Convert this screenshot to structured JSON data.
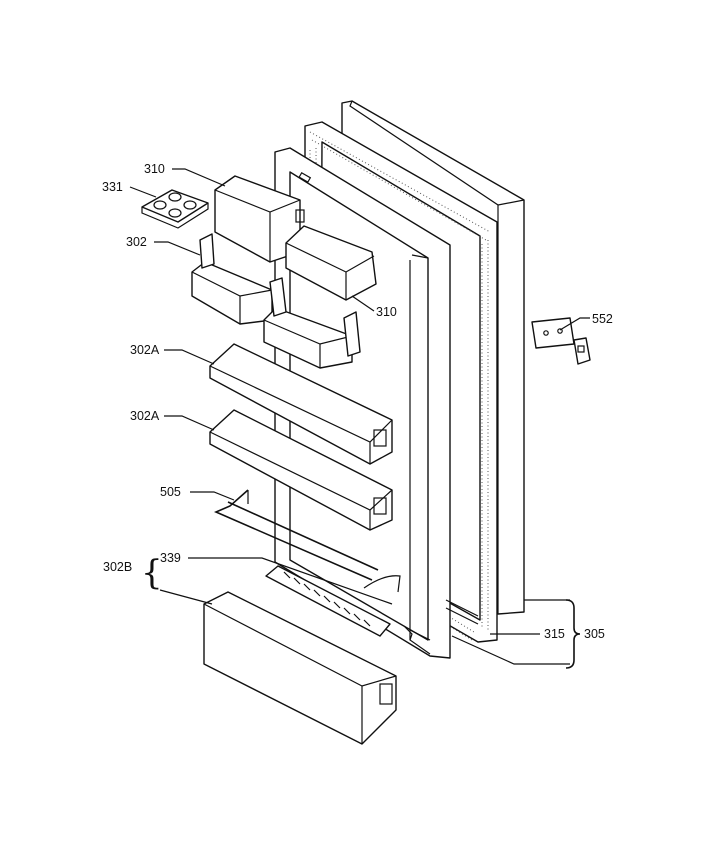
{
  "labels": {
    "l331": "331",
    "l310a": "310",
    "l302": "302",
    "l310b": "310",
    "l302A_1": "302A",
    "l302A_2": "302A",
    "l505": "505",
    "l302B": "302B",
    "l339": "339",
    "l552": "552",
    "l315": "315",
    "l305": "305"
  }
}
